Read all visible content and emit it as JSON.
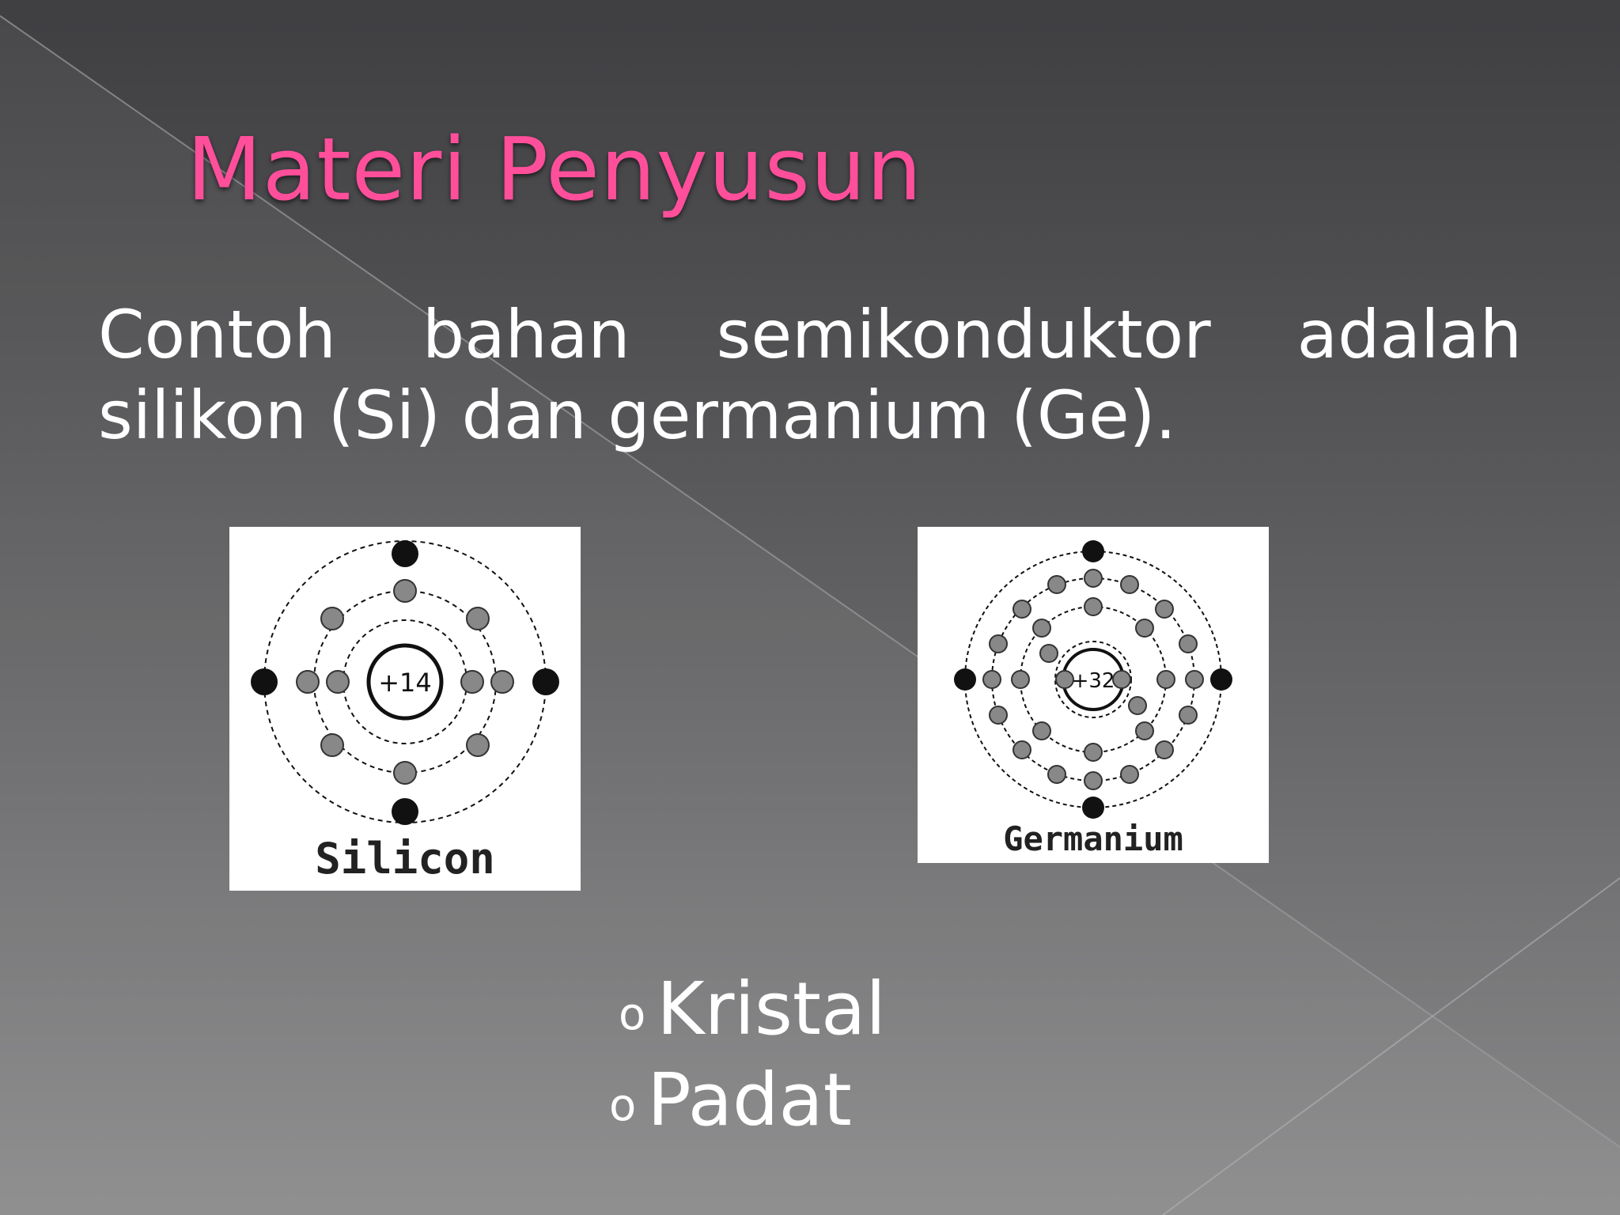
{
  "slide": {
    "title": "Materi Penyusun",
    "body": "Contoh bahan semikonduktor adalah silikon (Si) dan germanium (Ge).",
    "bullet_symbol": "o",
    "bullets": [
      "Kristal",
      "Padat"
    ]
  },
  "figures": {
    "silicon": {
      "caption": "Silicon",
      "nucleus": "+14"
    },
    "germanium": {
      "caption": "Germanium",
      "nucleus": "+32"
    }
  },
  "colors": {
    "title": "#ff4f9b",
    "text": "#ffffff",
    "background_top": "#3f3f42",
    "background_bottom": "#8a8a8b"
  }
}
